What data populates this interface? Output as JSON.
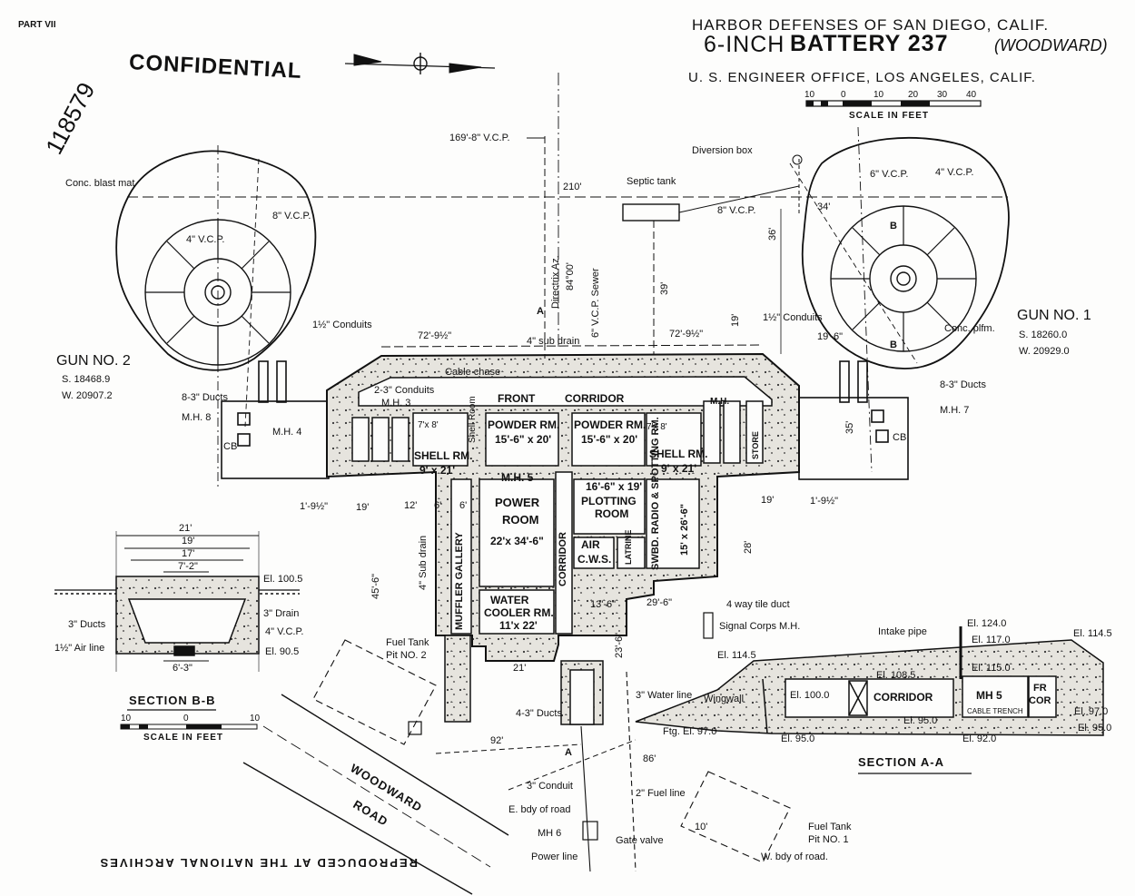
{
  "header": {
    "part": "PART VII",
    "line1": "HARBOR DEFENSES OF SAN DIEGO, CALIF.",
    "line2_prefix": "6-INCH",
    "line2_main": "BATTERY 237",
    "line2_note": "(WOODWARD)",
    "line3": "U. S. ENGINEER OFFICE, LOS ANGELES, CALIF.",
    "scale_numbers": [
      "10",
      "0",
      "10",
      "20",
      "30",
      "40"
    ],
    "scale_title": "SCALE IN FEET"
  },
  "stamps": {
    "number": "118579",
    "confidential": "CONFIDENTIAL",
    "archives": "REPRODUCED AT THE NATIONAL ARCHIVES"
  },
  "guns": {
    "gun2": {
      "name": "GUN NO. 2",
      "s": "S. 18468.9",
      "w": "W. 20907.2"
    },
    "gun1": {
      "name": "GUN NO. 1",
      "s": "S. 18260.0",
      "w": "W. 20929.0"
    }
  },
  "plan_labels": {
    "blast_mat": "Conc. blast mat",
    "vcp_8_left": "8\" V.C.P.",
    "vcp_4_left": "4\" V.C.P.",
    "conduits_left": "1½\" Conduits",
    "ducts_left": "8-3\" Ducts",
    "mh8": "M.H. 8",
    "mh4": "M.H. 4",
    "cb_left": "CB",
    "vcp_169": "169'-8\" V.C.P.",
    "dim_210": "210'",
    "directrix": "Directrix Az.",
    "az_value": "84°00'",
    "sewer": "6\" V.C.P. Sewer",
    "septic": "Septic tank",
    "vcp_8_right": "8\" V.C.P.",
    "diversion": "Diversion box",
    "vcp_6_right": "6\" V.C.P.",
    "vcp_4_right": "4\" V.C.P.",
    "dim_34": "34'",
    "dim_36": "36'",
    "dim_39": "39'",
    "dim_19v": "19'",
    "conduits_right": "1½\" Conduits",
    "conc_platform": "Conc. plfm.",
    "dim_19_6": "19'-6\"",
    "ducts_right": "8-3\" Ducts",
    "mh7": "M.H. 7",
    "cb_right": "CB",
    "dim_72_left": "72'-9½\"",
    "dim_72_right": "72'-9½\"",
    "subdrain": "4\" sub drain",
    "cable_chase": "Cable chase",
    "conduits_2": "2-3\" Conduits",
    "mh3": "M.H. 3",
    "front_corridor": "FRONT",
    "front_corridor2": "CORRIDOR",
    "powder_left": "POWDER RM.",
    "powder_left_dim": "15'-6\" x 20'",
    "powder_right": "POWDER RM.",
    "powder_right_dim": "15'-6\" x 20'",
    "shell_left": "SHELL RM.",
    "shell_left_dim": "9' x 21'",
    "shell_right": "SHELL RM.",
    "shell_right_dim": "9' x 21'",
    "dim_7x8_a": "7'x 8'",
    "dim_7x8_b": "7'x 8'",
    "shell_room_small": "Shell Room",
    "mh5": "M.H. 5",
    "power_room": "POWER",
    "power_room2": "ROOM",
    "power_dim": "22'x 34'-6\"",
    "plotting_dim": "16'-6\" x 19'",
    "plotting": "PLOTTING",
    "plotting2": "ROOM",
    "swbd": "SWBD. RADIO & SPOTTING RM.",
    "swbd_dim": "15' x 26'-6\"",
    "corridor_v": "CORRIDOR",
    "muffler": "MUFFLER GALLERY",
    "air": "AIR",
    "cws": "C.W.S.",
    "water_cooler": "WATER",
    "water_cooler2": "COOLER RM.",
    "water_cooler_dim": "11'x 22'",
    "latrine": "LATRINE",
    "store": "STORE",
    "mh_right": "M.H.",
    "dim_19_left": "19'",
    "dim_19_right": "19'",
    "dim_1_9_left": "1'-9½\"",
    "dim_1_9_right": "1'-9½\"",
    "dim_12": "12'",
    "dim_6a": "6'",
    "dim_6b": "6'",
    "dim_45_6": "45'-6\"",
    "subdrain2": "4\" Sub drain",
    "dim_13_6": "13'-6\"",
    "dim_29_6": "29'-6\"",
    "dim_28": "28'",
    "dim_23_6": "23'-6\"",
    "dim_21": "21'",
    "dim_35": "35'",
    "tile_duct": "4 way tile duct",
    "signal_mh": "Signal Corps M.H.",
    "fuel_tank_2": "Fuel Tank",
    "fuel_tank_2b": "Pit NO. 2",
    "ducts_43": "4-3\" Ducts",
    "water_line": "3\" Water line",
    "dim_92": "92'",
    "dim_86": "86'",
    "road1": "WOODWARD",
    "road2": "ROAD",
    "conduit": "3\" Conduit",
    "fuel_line": "2\" Fuel line",
    "e_bdy": "E. bdy of road",
    "mh6": "MH 6",
    "gate_valve": "Gate valve",
    "power_line": "Power line",
    "fuel_tank_1": "Fuel Tank",
    "fuel_tank_1b": "Pit NO. 1",
    "w_bdy": "W. bdy of road.",
    "dim_10": "10'",
    "mark_a": "A",
    "mark_b": "B"
  },
  "section_bb": {
    "title": "SECTION B-B",
    "d21": "21'",
    "d19": "19'",
    "d17": "17'",
    "d72": "7'-2\"",
    "el100": "El. 100.5",
    "el90": "El. 90.5",
    "ducts": "3\" Ducts",
    "drain": "3\" Drain",
    "vcp": "4\" V.C.P.",
    "air": "1½\" Air line",
    "d63": "6'-3\"",
    "scale_numbers": [
      "10",
      "0",
      "10"
    ],
    "scale_title": "SCALE IN FEET"
  },
  "section_aa": {
    "title": "SECTION A-A",
    "intake": "Intake pipe",
    "el124": "El. 124.0",
    "el117": "El. 117.0",
    "el114a": "El. 114.5",
    "el114b": "El. 114.5",
    "el115": "El. 115.0",
    "el108": "El. 108.5",
    "el100": "El. 100.0",
    "el97a": "El. 97.0",
    "el95a": "El. 95.0",
    "el95b": "El. 95.0",
    "el95c": "El. 95.0",
    "el92": "El. 92.0",
    "wingwall": "Wingwall",
    "ftg": "Ftg. El. 97.0",
    "corridor": "CORRIDOR",
    "mh5": "MH 5",
    "fr_cor": "FR",
    "fr_cor2": "COR",
    "cable_trench": "CABLE TRENCH"
  },
  "colors": {
    "ink": "#111111",
    "paper": "#fdfdfc",
    "concrete": "#e4e2dc"
  }
}
